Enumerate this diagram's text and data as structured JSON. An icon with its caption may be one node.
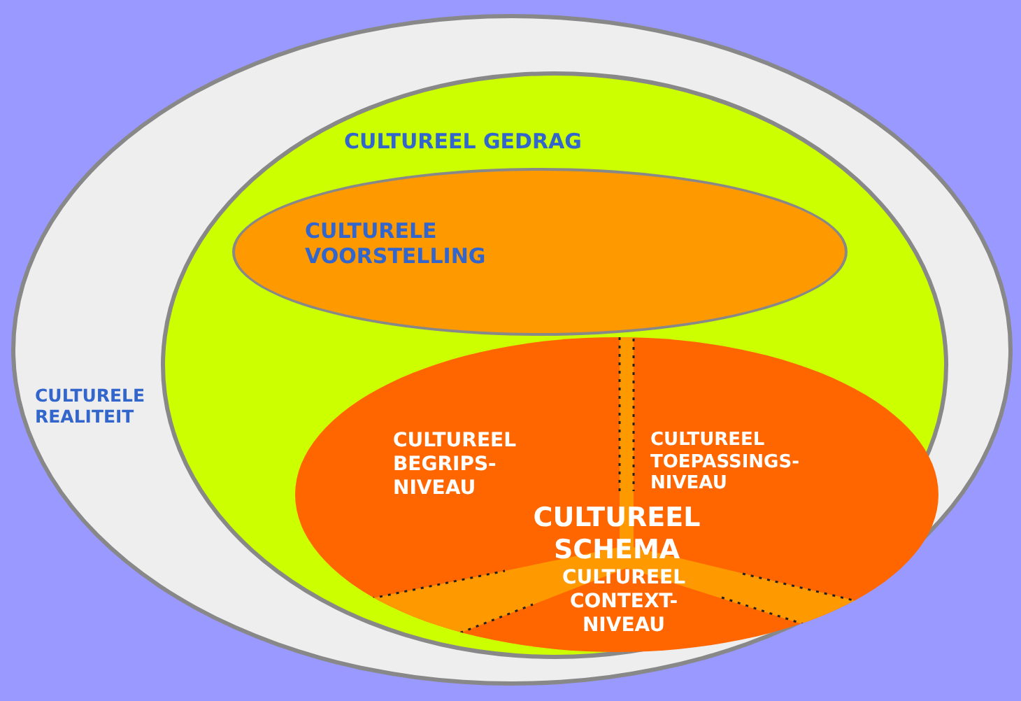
{
  "diagram": {
    "nodes": [
      {
        "text": [
          "CULTURELE REALITEIT"
        ]
      },
      {
        "text": [
          "CULTUREEL GEDRAG"
        ],
        "in": 0
      },
      {
        "text": [
          "CULTURELE VOORSTELLING"
        ],
        "in": 1
      },
      {
        "text": [
          "CULTUREEL SCHEMA"
        ],
        "in": 1
      },
      {
        "text": [
          "CULTUREEL BEGRIPS- NIVEAU"
        ],
        "in": 3
      },
      {
        "text": [
          "CULTUREEL TOEPASSINGS- NIVEAU"
        ],
        "in": 3
      },
      {
        "text": [
          "CULTUREEL CONTEXT- NIVEAU"
        ],
        "in": 3
      }
    ]
  }
}
